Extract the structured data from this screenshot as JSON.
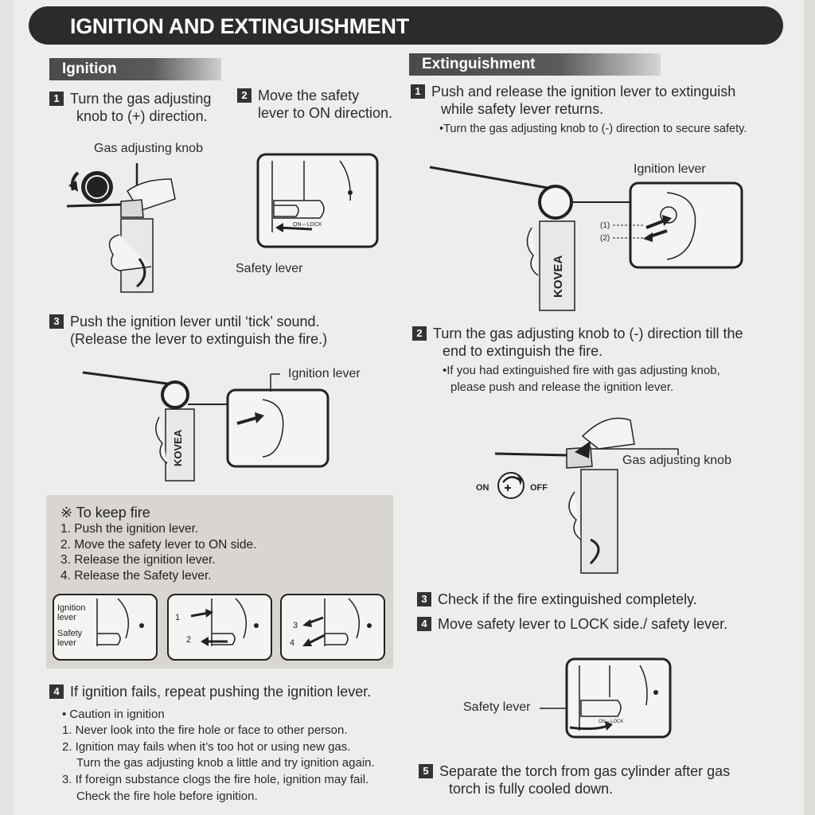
{
  "title": "IGNITION AND EXTINGUISHMENT",
  "ignition": {
    "heading": "Ignition",
    "step1": {
      "num": "1",
      "line1": "Turn the gas adjusting",
      "line2": "knob to (+) direction."
    },
    "step2": {
      "num": "2",
      "line1": "Move the safety",
      "line2": "lever to ON direction."
    },
    "label_gas_knob": "Gas adjusting knob",
    "label_safety_lever": "Safety lever",
    "switch_text": "ON⇔LOCK",
    "step3": {
      "num": "3",
      "line1": "Push the ignition lever until ‘tick’ sound.",
      "line2": "(Release the lever to extinguish the fire.)"
    },
    "label_ignition_lever": "Ignition lever",
    "brand": "KOVEA",
    "keep_fire": {
      "title": "※ To keep fire",
      "items": [
        "1. Push the ignition lever.",
        "2. Move the safety lever to ON side.",
        "3. Release the ignition lever.",
        "4. Release the Safety lever."
      ],
      "mini1_ignition": "Ignition lever",
      "mini1_safety": "Safety lever",
      "mini2_n1": "1",
      "mini2_n2": "2",
      "mini3_n3": "3",
      "mini3_n4": "4"
    },
    "step4": {
      "num": "4",
      "text": "If ignition fails, repeat pushing the ignition lever."
    },
    "caution": {
      "title": "• Caution in ignition",
      "items": [
        "1. Never look into the fire hole or face to other person.",
        "2. Ignition may fails when it’s too hot or using new gas.",
        "Turn the gas adjusting knob a little and try ignition again.",
        "3. If foreign substance clogs the fire hole, ignition may fail.",
        "Check the fire hole before ignition."
      ]
    }
  },
  "extinguishment": {
    "heading": "Extinguishment",
    "step1": {
      "num": "1",
      "line1": "Push and release the ignition lever to extinguish",
      "line2": "while safety lever returns.",
      "note": "•Turn the gas adjusting knob to (-) direction to secure safety."
    },
    "label_ignition_lever": "Ignition lever",
    "marker1": "(1)",
    "marker2": "(2)",
    "step2": {
      "num": "2",
      "line1": "Turn the gas adjusting knob to (-) direction till the",
      "line2": "end to extinguish the fire.",
      "note1": "•If you had extinguished fire with gas adjusting knob,",
      "note2": "please push and release the ignition lever."
    },
    "label_gas_knob": "Gas adjusting knob",
    "on": "ON",
    "off": "OFF",
    "step3": {
      "num": "3",
      "text": "Check if the fire extinguished completely."
    },
    "step4": {
      "num": "4",
      "text": "Move safety lever to LOCK side./ safety lever."
    },
    "label_safety_lever": "Safety lever",
    "step5": {
      "num": "5",
      "line1": "Separate the torch from gas cylinder after gas",
      "line2": "torch is fully cooled down."
    }
  }
}
